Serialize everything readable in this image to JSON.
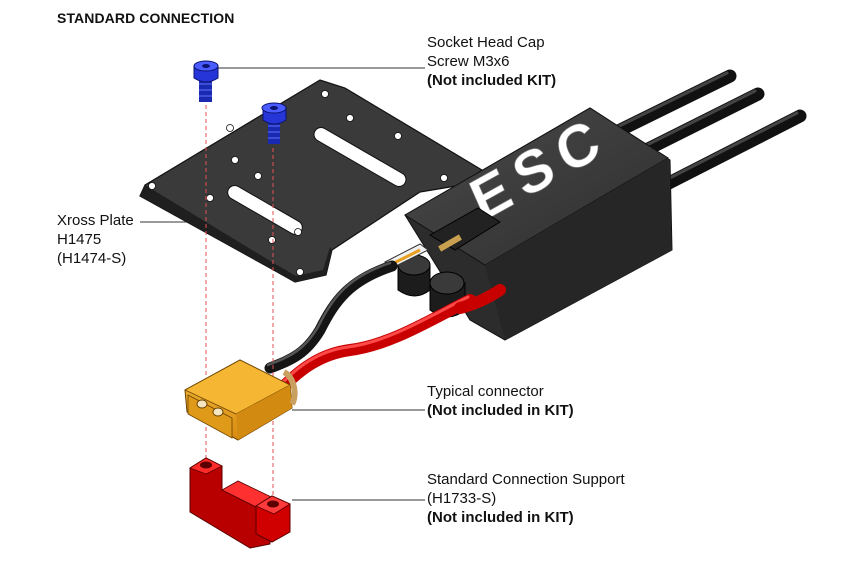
{
  "title": "STANDARD CONNECTION",
  "esc_text": "ESC",
  "labels": {
    "screw": {
      "line1": "Socket Head Cap",
      "line2": "Screw M3x6",
      "note": "(Not included KIT)"
    },
    "plate": {
      "line1": "Xross Plate",
      "line2": "H1475",
      "line3": "(H1474-S)"
    },
    "connector": {
      "line1": "Typical connector",
      "note": "(Not included in KIT)"
    },
    "support": {
      "line1": "Standard Connection Support",
      "line2": "(H1733-S)",
      "note": "(Not included in KIT)"
    }
  },
  "colors": {
    "plate": "#3a3a3a",
    "esc_body": "#3c3c3c",
    "screw": "#1f2fc8",
    "wire_red": "#e01010",
    "wire_black": "#151515",
    "connector": "#f0a820",
    "support": "#dd0a0a",
    "guide_line": "#e05050"
  }
}
